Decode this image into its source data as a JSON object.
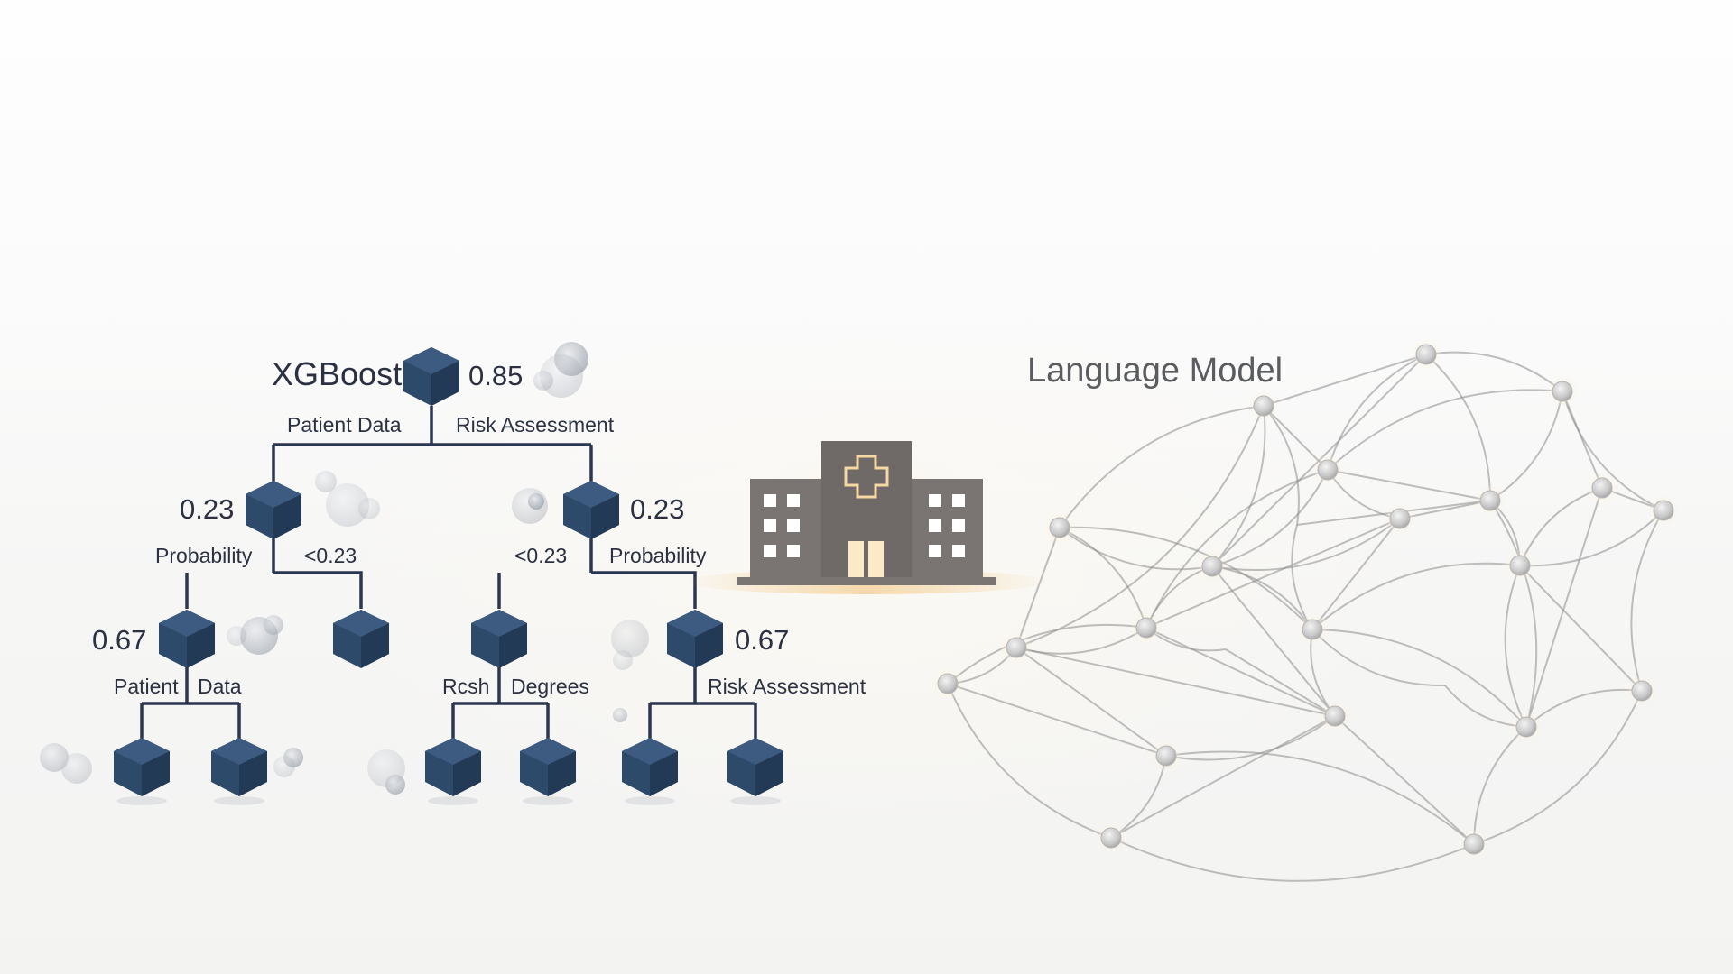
{
  "tree": {
    "title": "XGBoost",
    "root_score": "0.85",
    "level1": {
      "left_score": "0.23",
      "right_score": "0.23",
      "edge_left": "Patient Data",
      "edge_right": "Risk Assessment"
    },
    "level2": {
      "left_edge_left": "Probability",
      "left_edge_right": "<0.23",
      "right_edge_left": "<0.23",
      "right_edge_right": "Probability",
      "score_left": "0.67",
      "score_right": "0.67"
    },
    "level3": {
      "a_edge_left": "Patient",
      "a_edge_right": "Data",
      "b_edge_left": "Rcsh",
      "b_edge_right": "Degrees",
      "c_edge": "Risk Assessment"
    },
    "node_color": "#2e4a6b"
  },
  "center_icon": {
    "name": "hospital-icon",
    "color": "#7a7572",
    "glow": "#f4d9b0"
  },
  "network": {
    "title": "Language Model",
    "line_color": "#8d8d8d",
    "node_color": "#c9c9c9"
  }
}
